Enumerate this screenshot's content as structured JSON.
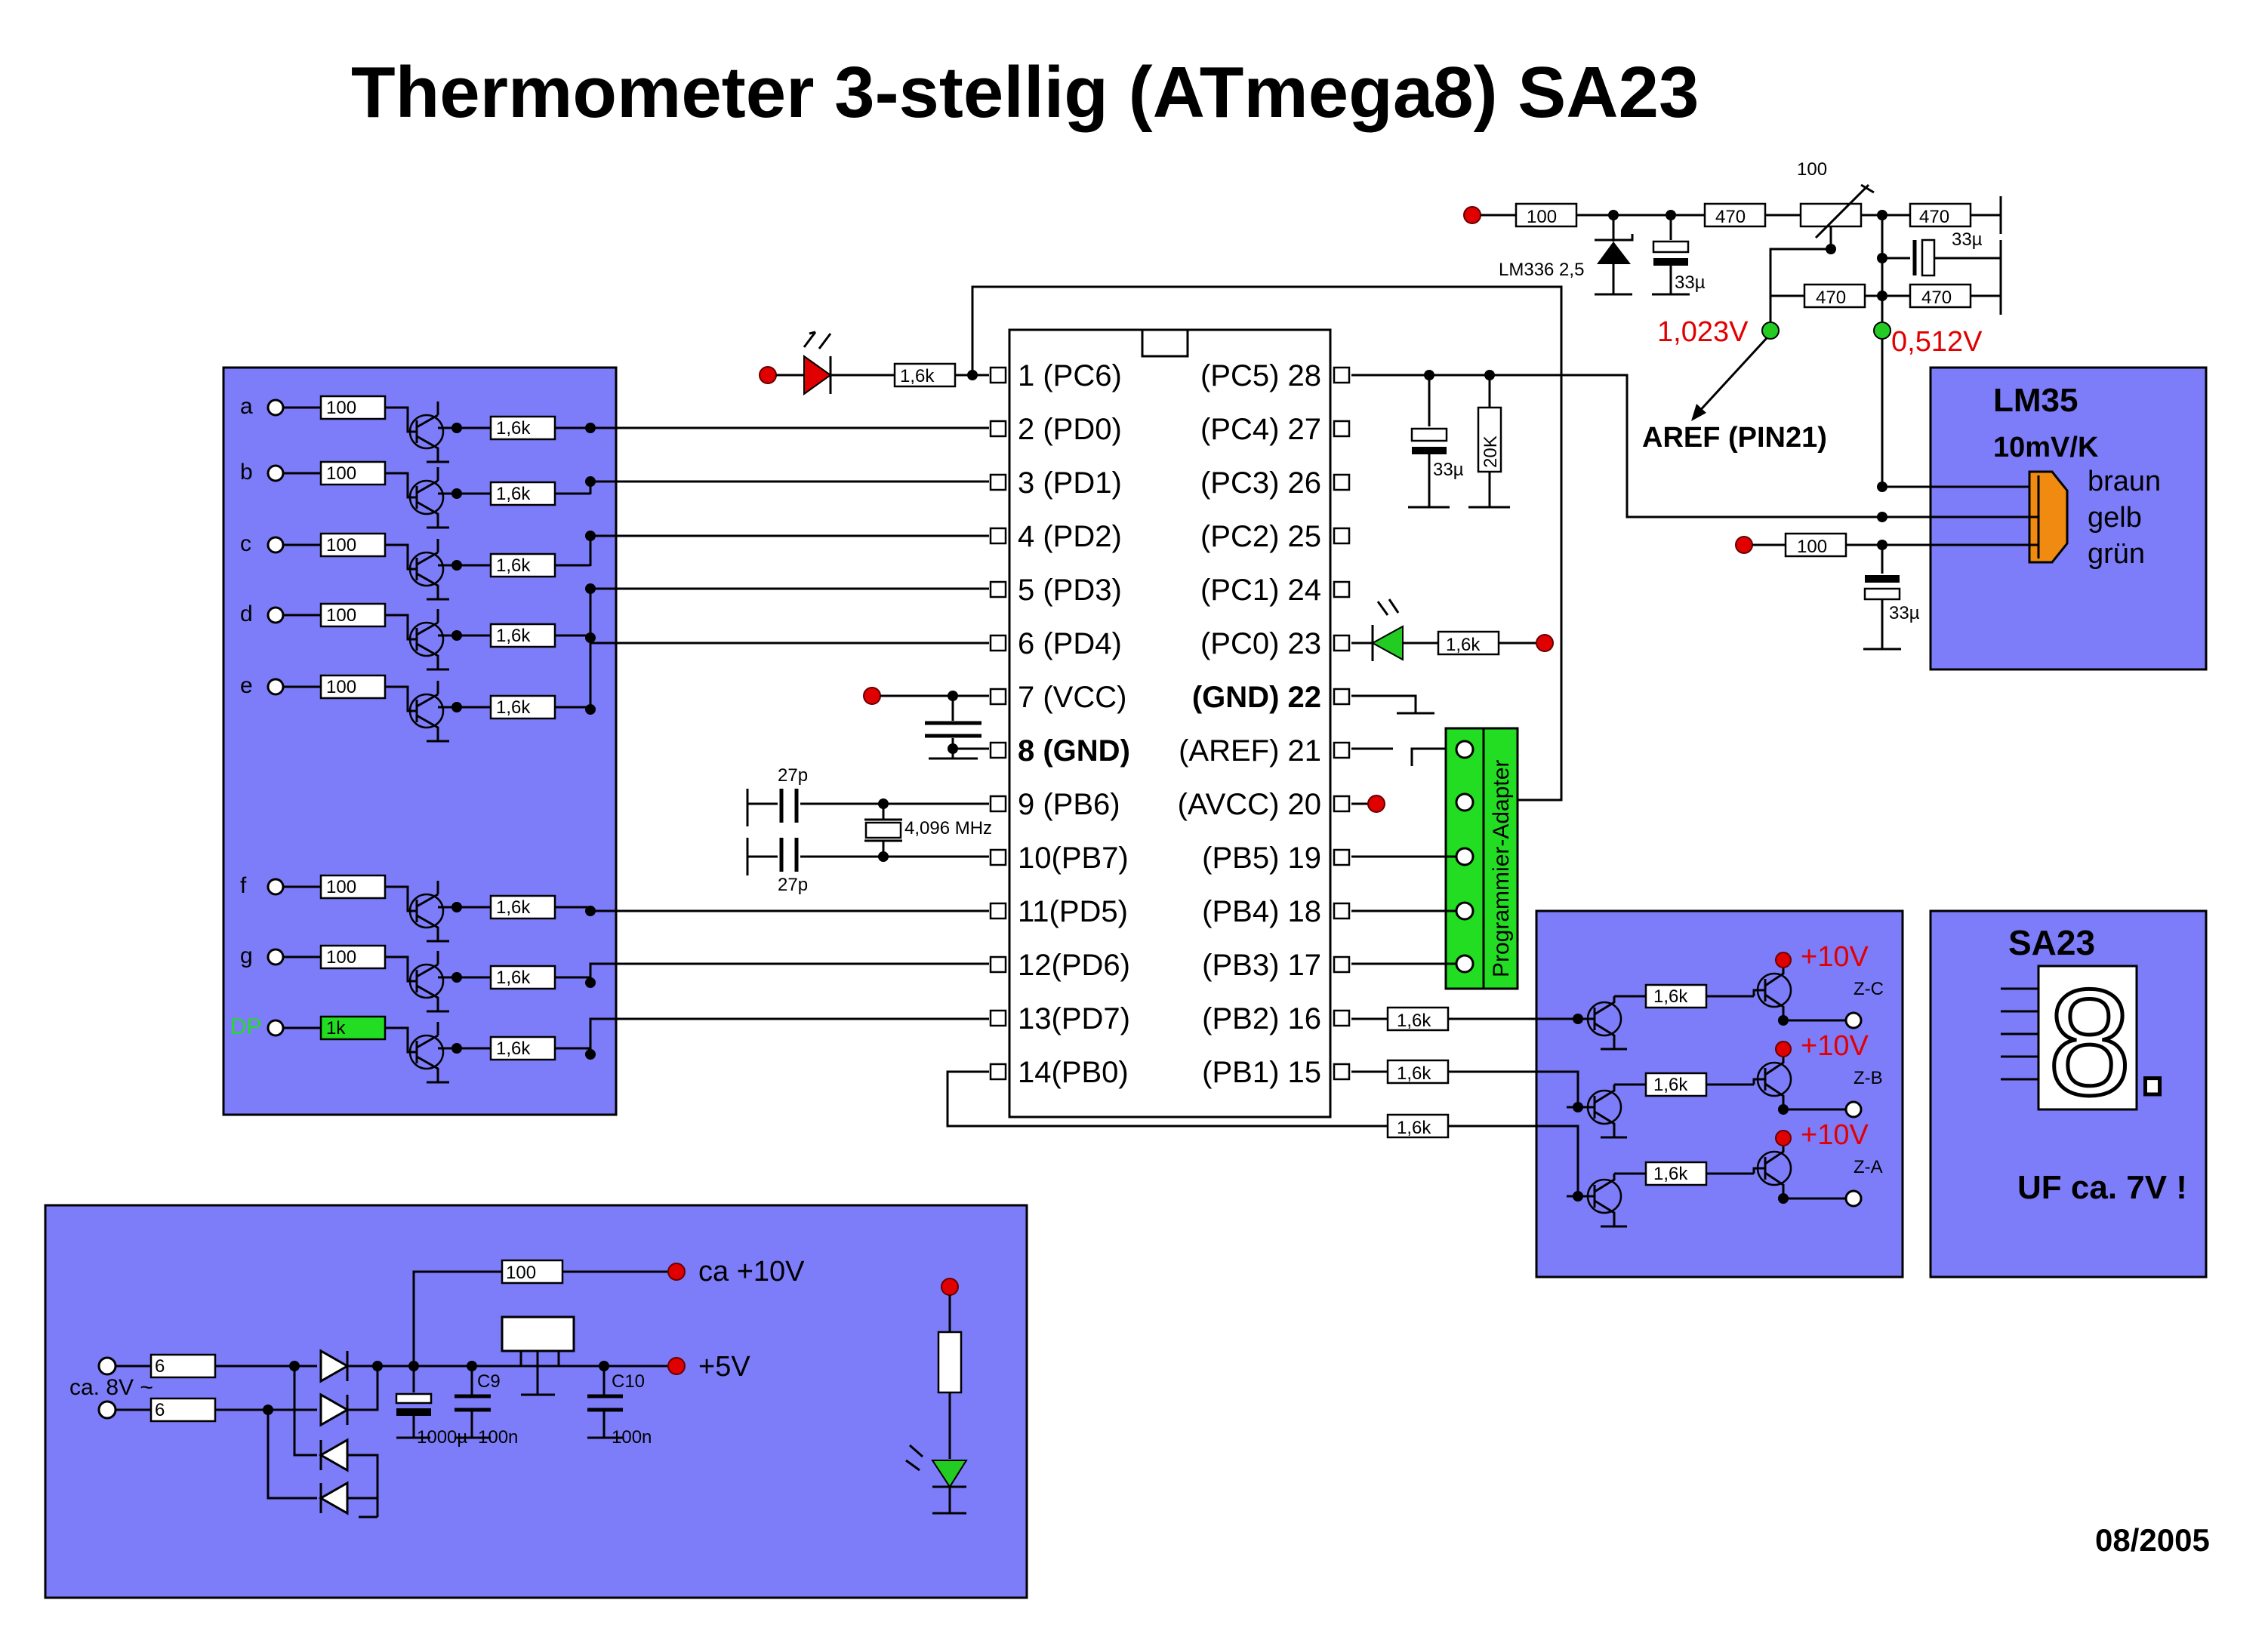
{
  "title": "Thermometer 3-stellig (ATmega8) SA23",
  "date": "08/2005",
  "mcu": {
    "left_pins": [
      "1 (PC6)",
      "2 (PD0)",
      "3 (PD1)",
      "4 (PD2)",
      "5 (PD3)",
      "6 (PD4)",
      "7 (VCC)",
      "8 (GND)",
      "9 (PB6)",
      "10(PB7)",
      "11(PD5)",
      "12(PD6)",
      "13(PD7)",
      "14(PB0)"
    ],
    "right_pins": [
      "(PC5) 28",
      "(PC4) 27",
      "(PC3) 26",
      "(PC2) 25",
      "(PC1) 24",
      "(PC0) 23",
      "(GND) 22",
      "(AREF) 21",
      "(AVCC) 20",
      "(PB5) 19",
      "(PB4) 18",
      "(PB3) 17",
      "(PB2) 16",
      "(PB1) 15"
    ]
  },
  "segment_panel": {
    "segments": [
      "a",
      "b",
      "c",
      "d",
      "e",
      "f",
      "g",
      "DP"
    ],
    "base_resistors": [
      "100",
      "100",
      "100",
      "100",
      "100",
      "100",
      "100",
      "1k"
    ],
    "series_resistors": [
      "1,6k",
      "1,6k",
      "1,6k",
      "1,6k",
      "1,6k",
      "1,6k",
      "1,6k",
      "1,6k"
    ]
  },
  "reset_led_resistor": "1,6k",
  "crystal": {
    "cap_top": "27p",
    "cap_bottom": "27p",
    "freq": "4,096 MHz"
  },
  "pc5_parts": {
    "cap": "33µ",
    "res": "20K"
  },
  "pc0_led_resistor": "1,6k",
  "programmer_label": "Programmier-Adapter",
  "reference": {
    "r1": "100",
    "r2": "470",
    "trim_label": "100",
    "trim": "",
    "r3": "470",
    "r4": "470",
    "r5": "470",
    "zener": "LM336 2,5",
    "cap1": "33µ",
    "cap2": "33µ",
    "v1": "1,023V",
    "v2": "0,512V",
    "aref": "AREF (PIN21)"
  },
  "lm35": {
    "title": "LM35",
    "sub": "10mV/K",
    "wires": [
      "braun",
      "gelb",
      "grün"
    ],
    "res": "100",
    "cap": "33µ"
  },
  "digit_drivers": {
    "pin_resistors": [
      "1,6k",
      "1,6k",
      "1,6k"
    ],
    "base_resistors": [
      "1,6k",
      "1,6k",
      "1,6k"
    ],
    "supply": [
      "+10V",
      "+10V",
      "+10V"
    ],
    "outputs": [
      "Z-C",
      "Z-B",
      "Z-A"
    ]
  },
  "display_panel": {
    "title": "SA23",
    "note": "UF ca. 7V !",
    "digit": "8."
  },
  "power": {
    "input": "ca. 8V ~",
    "r_in1": "6",
    "r_in2": "6",
    "c1": "1000µ",
    "c2": "100n",
    "c9": "C9",
    "c10": "C10",
    "c3": "100n",
    "r_out": "100",
    "out1": "ca +10V",
    "out2": "+5V"
  },
  "colors": {
    "panel": "#7d7dfa",
    "supply_dot": "#e00000",
    "led_green": "#22cc22",
    "led_red": "#e00000",
    "probe": "#f08a10",
    "adapter": "#22dd22"
  }
}
